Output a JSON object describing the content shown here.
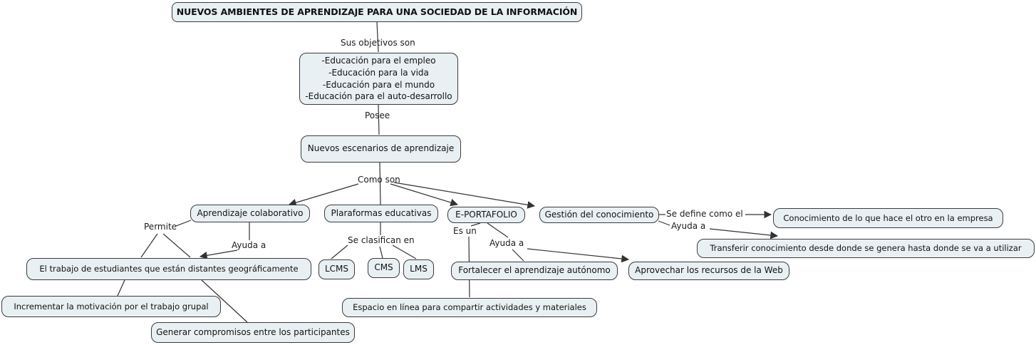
{
  "colors": {
    "background": "#ffffff",
    "node_fill": "#e9f0f3",
    "node_border": "#3b3b3d",
    "connector": "#333333",
    "text": "#111111"
  },
  "map": {
    "nodes": {
      "title": {
        "label": "NUEVOS AMBIENTES DE APRENDIZAJE PARA UNA SOCIEDAD DE LA INFORMACIÓN"
      },
      "objetivos": {
        "label": "-Educación para el empleo\n-Educación para la vida\n-Educación para el mundo\n-Educación para el auto-desarrollo"
      },
      "escenarios": {
        "label": "Nuevos escenarios de aprendizaje"
      },
      "colaborativo": {
        "label": "Aprendizaje colaborativo"
      },
      "plataformas": {
        "label": "Plaraformas educativas"
      },
      "eportafolio": {
        "label": "E-PORTAFOLIO"
      },
      "gestion": {
        "label": "Gestión del conocimiento"
      },
      "conocimiento": {
        "label": "Conocimiento de lo que hace el otro en la empresa"
      },
      "transferir": {
        "label": "Transferir conocimiento desde donde se genera hasta donde se va a utilizar"
      },
      "trabajo": {
        "label": "El trabajo de estudiantes que están distantes geográficamente"
      },
      "incrementar": {
        "label": "Incrementar la motivación por el trabajo grupal"
      },
      "generar": {
        "label": "Generar compromisos entre los participantes"
      },
      "lcms": {
        "label": "LCMS"
      },
      "cms": {
        "label": "CMS"
      },
      "lms": {
        "label": "LMS"
      },
      "fortalecer": {
        "label": "Fortalecer el aprendizaje autónomo"
      },
      "aprovechar": {
        "label": "Aprovechar los recursos de la Web"
      },
      "espacio": {
        "label": "Espacio en línea para compartir actividades y materiales"
      }
    },
    "labels": {
      "sus_objetivos": "Sus objetivos son",
      "posee": "Posee",
      "como_son": "Como son",
      "permite": "Permite",
      "ayuda_colab": "Ayuda a",
      "se_clasifican": "Se clasifican en",
      "es_un": "Es un",
      "ayuda_eport": "Ayuda a",
      "se_define": "Se define como el",
      "ayuda_gestion": "Ayuda a"
    },
    "edges": [
      {
        "from": "title",
        "label": "Sus objetivos son",
        "to": [
          "objetivos"
        ],
        "arrow": false
      },
      {
        "from": "objetivos",
        "label": "Posee",
        "to": [
          "escenarios"
        ],
        "arrow": false
      },
      {
        "from": "escenarios",
        "label": "Como son",
        "to": [
          "colaborativo",
          "eportafolio",
          "gestion"
        ],
        "arrow": true
      },
      {
        "from": "escenarios",
        "label": "Como son",
        "to": [
          "plataformas"
        ],
        "arrow": false
      },
      {
        "from": "colaborativo",
        "label": "Permite",
        "to": [
          "trabajo"
        ],
        "arrow": false
      },
      {
        "from": "colaborativo",
        "label": "Ayuda a",
        "to": [
          "trabajo"
        ],
        "arrow": true
      },
      {
        "from": "trabajo",
        "label": "",
        "to": [
          "incrementar",
          "generar"
        ],
        "arrow": false
      },
      {
        "from": "plataformas",
        "label": "Se clasifican en",
        "to": [
          "lcms",
          "cms",
          "lms"
        ],
        "arrow": false
      },
      {
        "from": "eportafolio",
        "label": "Es un",
        "to": [
          "espacio"
        ],
        "arrow": false
      },
      {
        "from": "eportafolio",
        "label": "Ayuda a",
        "to": [
          "fortalecer"
        ],
        "arrow": false
      },
      {
        "from": "eportafolio",
        "label": "Ayuda a",
        "to": [
          "aprovechar"
        ],
        "arrow": true
      },
      {
        "from": "gestion",
        "label": "Se define como el",
        "to": [
          "conocimiento"
        ],
        "arrow": true
      },
      {
        "from": "gestion",
        "label": "Ayuda a",
        "to": [
          "transferir"
        ],
        "arrow": true
      }
    ]
  }
}
